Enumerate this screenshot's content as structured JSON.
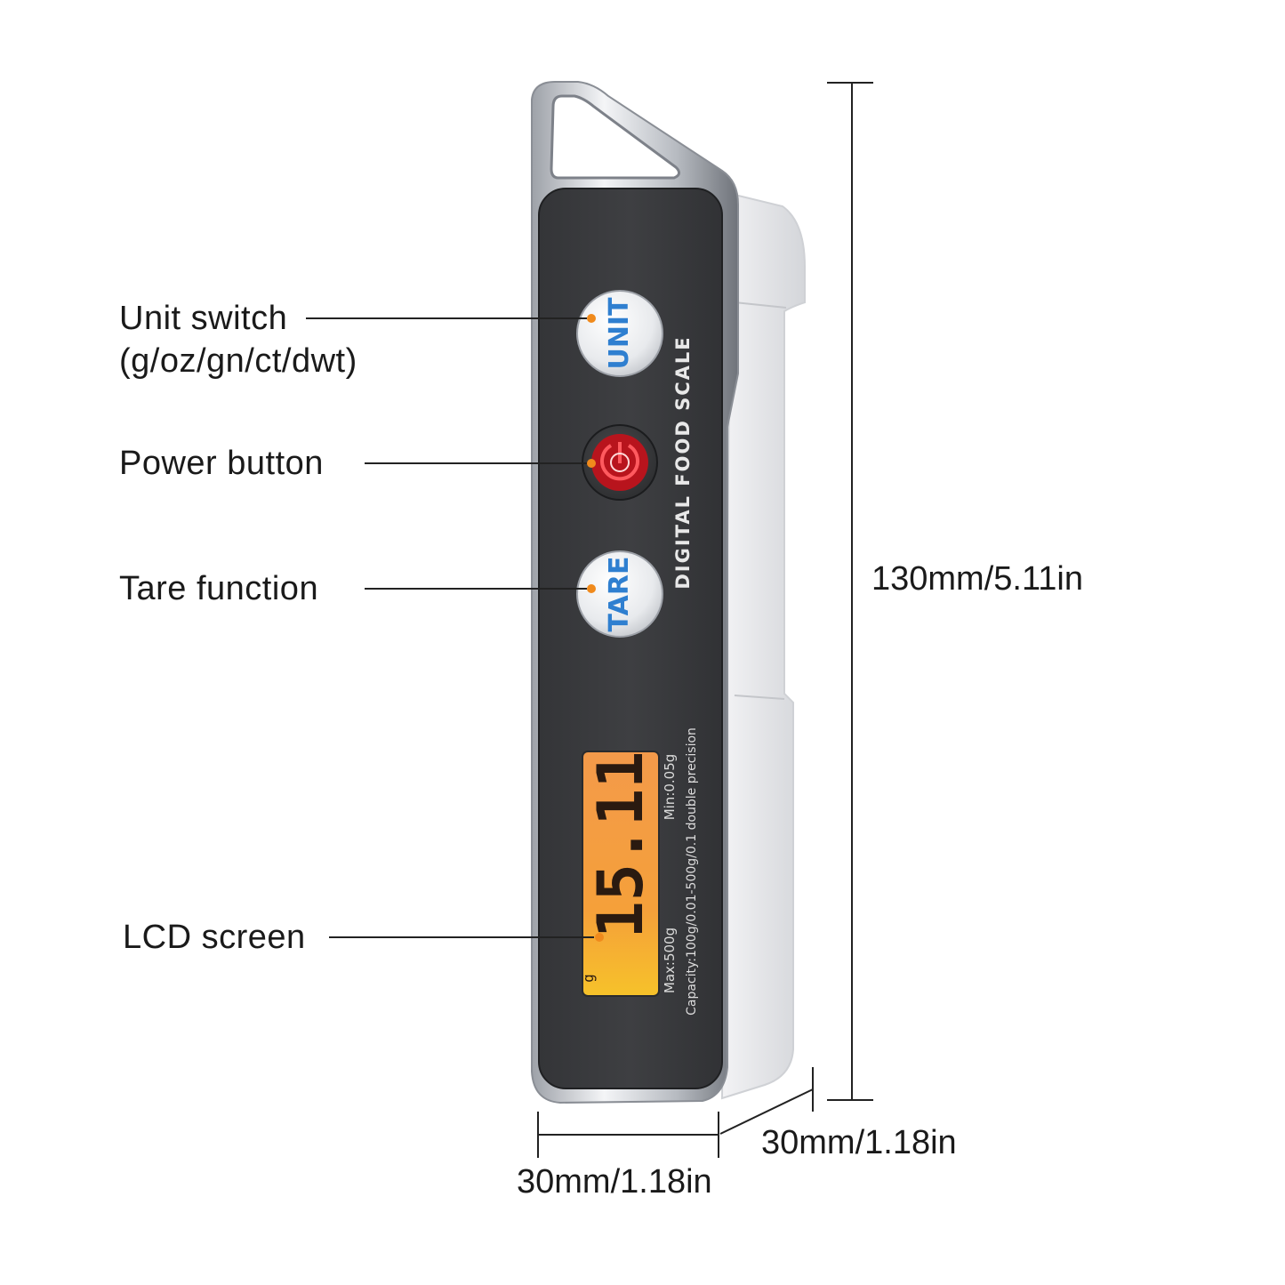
{
  "device": {
    "brand_text": "DIGITAL FOOD SCALE",
    "buttons": {
      "unit": "UNIT",
      "tare": "TARE"
    },
    "lcd": {
      "reading": "15.11",
      "unit_indicator": "g"
    },
    "specs": {
      "min": "Min:0.05g",
      "max": "Max:500g",
      "capacity": "Capacity:100g/0.01-500g/0.1 double precision"
    }
  },
  "callouts": {
    "unit_switch_line1": "Unit switch",
    "unit_switch_line2": "(g/oz/gn/ct/dwt)",
    "power_button": "Power button",
    "tare_function": "Tare function",
    "lcd_screen": "LCD screen"
  },
  "dimensions": {
    "height": "130mm/5.11in",
    "width": "30mm/1.18in",
    "depth": "30mm/1.18in"
  },
  "colors": {
    "body_dark": "#3a3b3d",
    "chrome": "#c9ccd1",
    "side_gray": "#e6e7ea",
    "button_white": "#eef0f2",
    "button_text_blue": "#2f7fd0",
    "power_red": "#d8202a",
    "lcd_orange": "#f29a3c",
    "marker_orange": "#f08a1c"
  },
  "icons": {
    "power": "power-icon",
    "hang_hook": "hanging-loop-icon"
  }
}
